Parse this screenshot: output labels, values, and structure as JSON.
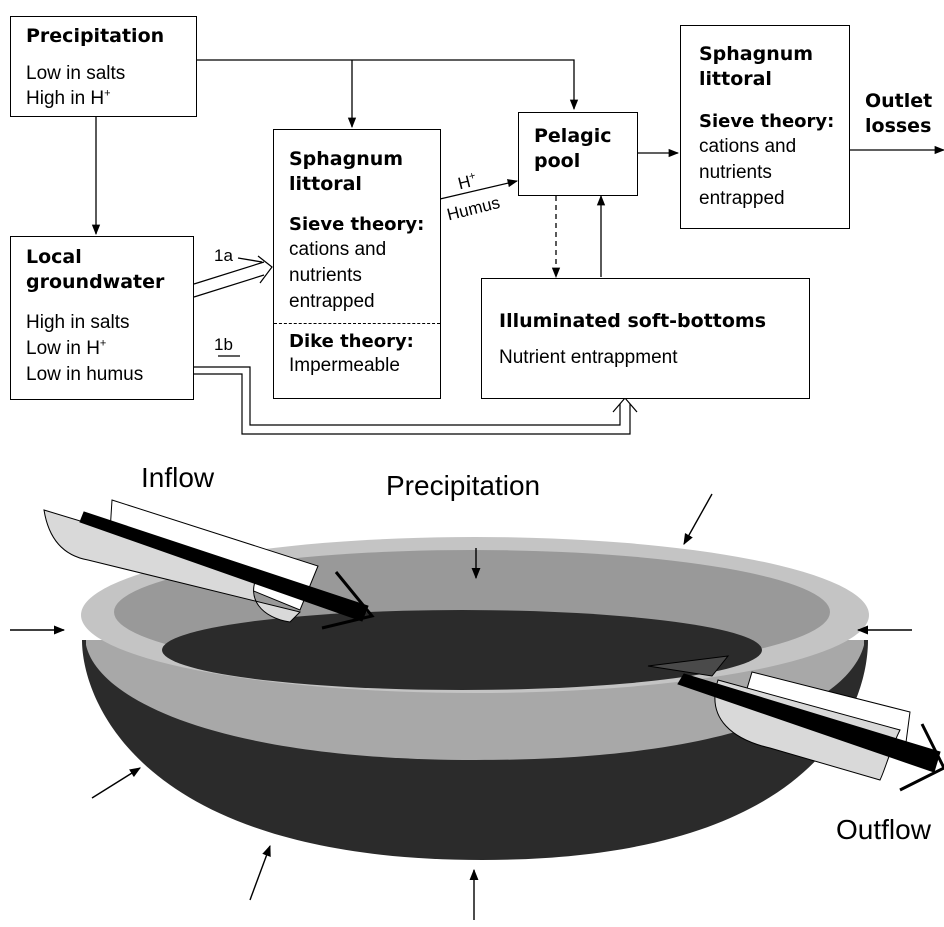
{
  "precipitation_box": {
    "title": "Precipitation",
    "line1": "Low in salts",
    "line2_main": "High in H",
    "line2_sup": "+"
  },
  "groundwater_box": {
    "title_l1": "Local",
    "title_l2": "groundwater",
    "line1": "High in salts",
    "line2_main": "Low in H",
    "line2_sup": "+",
    "line3": "Low in humus"
  },
  "littoral_box_1": {
    "title_l1": "Sphagnum",
    "title_l2": "littoral",
    "sieve": "Sieve theory:",
    "sieve_l1": "cations and",
    "sieve_l2": "nutrients",
    "sieve_l3": "entrapped",
    "dike": "Dike theory:",
    "dike_text": "Impermeable"
  },
  "pelagic_box": {
    "title_l1": "Pelagic",
    "title_l2": "pool"
  },
  "littoral_box_2": {
    "title_l1": "Sphagnum",
    "title_l2": "littoral",
    "sieve_l1": "Sieve theory:",
    "sieve_l2": "cations and",
    "sieve_l3": "nutrients",
    "sieve_l4": "entrapped"
  },
  "soft_bottoms_box": {
    "title": "Illuminated soft-bottoms",
    "text": "Nutrient entrappment"
  },
  "outlet": {
    "l1": "Outlet",
    "l2": "losses"
  },
  "flow_labels": {
    "route_1a": "1a",
    "route_1b": "1b",
    "h_main": "H",
    "h_sup": "+",
    "humus": "Humus"
  },
  "basin_labels": {
    "inflow": "Inflow",
    "precipitation": "Precipitation",
    "outflow": "Outflow"
  },
  "colors": {
    "rim_light": "#c4c4c4",
    "rim_mid": "#999999",
    "basin_dark": "#2b2b2b",
    "pipe": "#d9d9d9"
  }
}
